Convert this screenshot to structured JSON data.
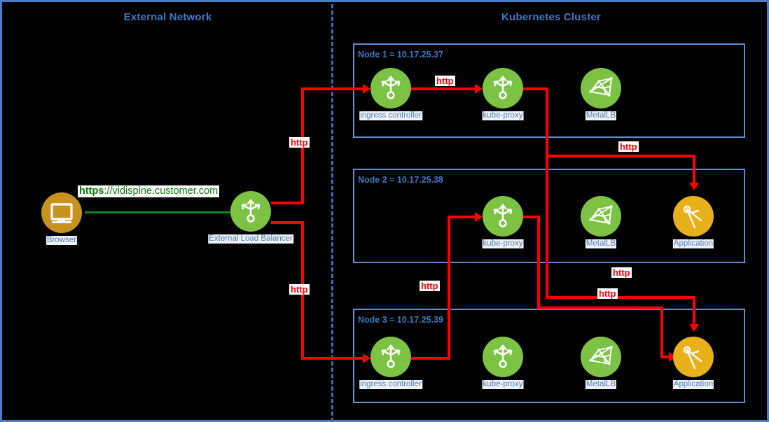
{
  "zones": {
    "external": {
      "title": "External Network"
    },
    "cluster": {
      "title": "Kubernetes Cluster"
    }
  },
  "colors": {
    "border_blue": "#4B7CC4",
    "node_border": "#5C8FD0",
    "title_blue": "#3E7AC4",
    "label_blue": "#4A7FC8",
    "green_node": "#7CC243",
    "amber_node": "#E8B019",
    "bronze_node": "#C8921E",
    "http_red": "#FF0000",
    "https_green": "#0A7C0A",
    "background": "#000000"
  },
  "external": {
    "browser": {
      "label": "Browser",
      "icon": "monitor-icon"
    },
    "load_balancer": {
      "label": "External Load Balancer",
      "icon": "trident-icon"
    },
    "url": {
      "scheme": "https",
      "rest": "://vidispine.customer.com"
    }
  },
  "nodes": [
    {
      "label": "Node 1 = 10.17.25.37",
      "name": "Node 1",
      "ip": "10.17.25.37",
      "components": [
        {
          "label": "ingress controller",
          "icon": "trident-icon",
          "color": "green"
        },
        {
          "label": "kube-proxy",
          "icon": "trident-icon",
          "color": "green"
        },
        {
          "label": "MetalLB",
          "icon": "mesh-icon",
          "color": "green"
        }
      ]
    },
    {
      "label": "Node 2 = 10.17.25.38",
      "name": "Node 2",
      "ip": "10.17.25.38",
      "components": [
        {
          "label": "kube-proxy",
          "icon": "trident-icon",
          "color": "green"
        },
        {
          "label": "MetalLB",
          "icon": "mesh-icon",
          "color": "green"
        },
        {
          "label": "Application",
          "icon": "compass-icon",
          "color": "amber"
        }
      ]
    },
    {
      "label": "Node 3 = 10.17.25.39",
      "name": "Node 3",
      "ip": "10.17.25.39",
      "components": [
        {
          "label": "ingress controller",
          "icon": "trident-icon",
          "color": "green"
        },
        {
          "label": "kube-proxy",
          "icon": "trident-icon",
          "color": "green"
        },
        {
          "label": "MetalLB",
          "icon": "mesh-icon",
          "color": "green"
        },
        {
          "label": "Application",
          "icon": "compass-icon",
          "color": "amber"
        }
      ]
    }
  ],
  "flow_labels": {
    "lb_to_node1": "http",
    "lb_to_node3": "http",
    "ingress1_to_proxy1": "http",
    "proxy1_to_app2": "http",
    "proxy2_up": "http",
    "proxy2_to_app3": "http",
    "proxy1_to_app3": "http"
  }
}
